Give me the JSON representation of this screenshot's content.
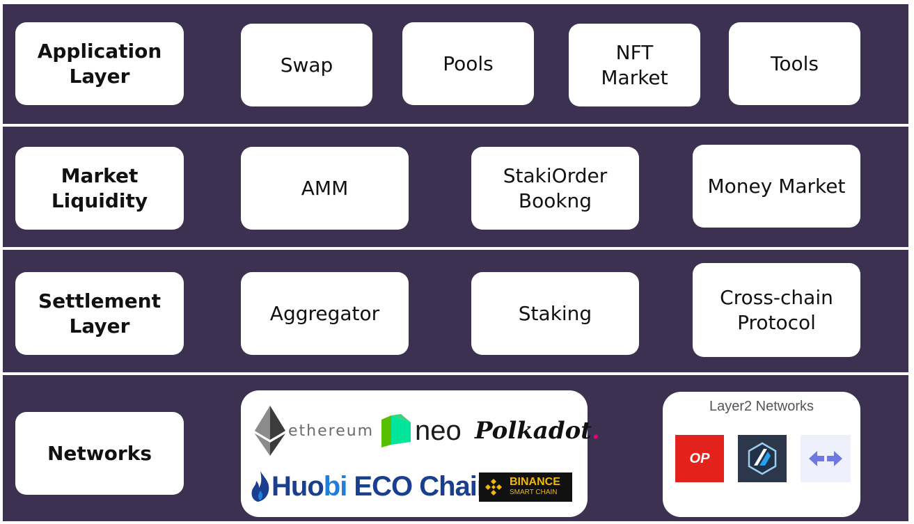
{
  "rows": [
    {
      "label": "Application\nLayer",
      "items": [
        "Swap",
        "Pools",
        "NFT\nMarket",
        "Tools"
      ]
    },
    {
      "label": "Market\nLiquidity",
      "items": [
        "AMM",
        "StakiOrder\nBookng",
        "Money Market"
      ]
    },
    {
      "label": "Settlement\nLayer",
      "items": [
        "Aggregator",
        "Staking",
        "Cross-chain\nProtocol"
      ]
    },
    {
      "label": "Networks"
    }
  ],
  "networks": {
    "ethereum": "ethereum",
    "neo": "neo",
    "polkadot": "Polkadot",
    "polkadot_dot": ".",
    "huobi_a": "Huo",
    "huobi_b": "bi",
    "huobi_c": " ECO Chain",
    "binance_line1": "BINANCE",
    "binance_line2": "SMART CHAIN"
  },
  "layer2": {
    "title": "Layer2 Networks",
    "optimism": "OP"
  },
  "colors": {
    "band": "#3d3151",
    "optimism": "#e3231b",
    "arbitrum": "#2c374b",
    "bridge_bg": "#eef0fb",
    "bridge_arrow": "#6f78e0"
  }
}
